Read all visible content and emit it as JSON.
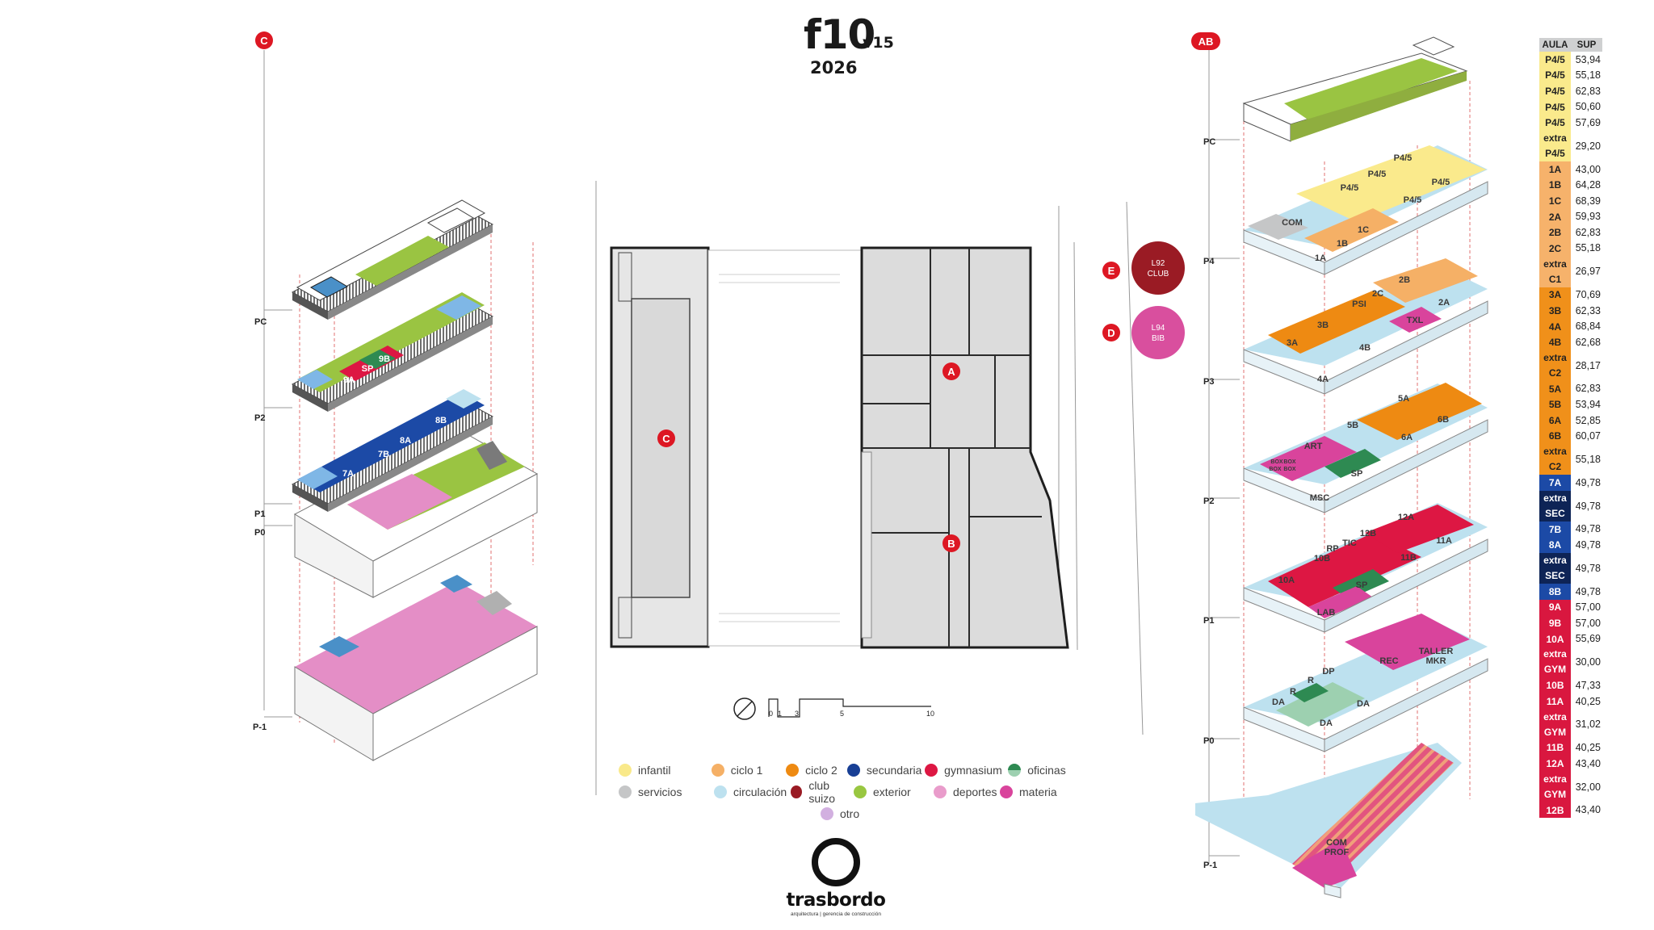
{
  "header": {
    "title": "f10",
    "version": "v15",
    "year": "2026"
  },
  "sections": {
    "left": "C",
    "right": "AB"
  },
  "left_levels": [
    "PC",
    "P2",
    "P1",
    "P0",
    "P-1"
  ],
  "right_levels": [
    "PC",
    "P4",
    "P3",
    "P2",
    "P1",
    "P0",
    "P-1"
  ],
  "left_rooms": [
    "9B",
    "SP",
    "9A",
    "8B",
    "8A",
    "7B",
    "7A"
  ],
  "plan": {
    "markers": [
      "C",
      "A",
      "B"
    ],
    "scale_ticks": [
      "0",
      "1",
      "3",
      "5",
      "10"
    ]
  },
  "clubs": [
    {
      "letter": "E",
      "code": "L92",
      "name": "CLUB",
      "color": "#9a1b24"
    },
    {
      "letter": "D",
      "code": "L94",
      "name": "BIB",
      "color": "#d94f9e"
    }
  ],
  "right_rooms": {
    "p4": [
      "P4/5",
      "P4/5",
      "P4/5",
      "P4/5",
      "P4/5",
      "COM",
      "1C",
      "1B",
      "1A"
    ],
    "p3": [
      "2B",
      "PSI",
      "2C",
      "2A",
      "TXL",
      "3B",
      "3A",
      "4B",
      "4A"
    ],
    "p2": [
      "5A",
      "6B",
      "5B",
      "6A",
      "ART",
      "BOX",
      "BOX",
      "BOX",
      "BOX",
      "SP",
      "MSC"
    ],
    "p1": [
      "12A",
      "12B",
      "RP",
      "TIC",
      "11A",
      "11B",
      "10B",
      "10A",
      "SP",
      "LAB"
    ],
    "p0": [
      "REC",
      "TALLER",
      "MKR",
      "DP",
      "R",
      "R",
      "DA",
      "DA",
      "DA"
    ],
    "pm1": [
      "COM",
      "PROF"
    ]
  },
  "legend": [
    {
      "label": "infantil",
      "color": "#f9e98a"
    },
    {
      "label": "ciclo 1",
      "color": "#f5b066"
    },
    {
      "label": "ciclo 2",
      "color": "#ee8a12"
    },
    {
      "label": "secundaria",
      "color": "#183f95"
    },
    {
      "label": "gymnasium",
      "color": "#dd1743"
    },
    {
      "label": "oficinas",
      "color": "#2e8a52"
    },
    {
      "label": "servicios",
      "color": "#c5c6c7"
    },
    {
      "label": "circulación",
      "color": "#bde1ef"
    },
    {
      "label": "club suizo",
      "color": "#9a1b24"
    },
    {
      "label": "exterior",
      "color": "#99c741"
    },
    {
      "label": "deportes",
      "color": "#e99ccb"
    },
    {
      "label": "materia",
      "color": "#d9449c"
    },
    {
      "label": "otro",
      "color": "#d2b0e0"
    }
  ],
  "brand": {
    "name": "trasbordo",
    "tagline": "arquitectura | gerencia de construcción"
  },
  "table": {
    "headers": [
      "AULA",
      "SUP"
    ],
    "rows": [
      {
        "aula": "P4/5",
        "sup": "53,94",
        "color": "#faea8c"
      },
      {
        "aula": "P4/5",
        "sup": "55,18",
        "color": "#faea8c"
      },
      {
        "aula": "P4/5",
        "sup": "62,83",
        "color": "#faea8c"
      },
      {
        "aula": "P4/5",
        "sup": "50,60",
        "color": "#faea8c"
      },
      {
        "aula": "P4/5",
        "sup": "57,69",
        "color": "#faea8c"
      },
      {
        "aula": "extra",
        "aula2": "P4/5",
        "sup": "29,20",
        "color": "#faea8c"
      },
      {
        "aula": "1A",
        "sup": "43,00",
        "color": "#f6b26b"
      },
      {
        "aula": "1B",
        "sup": "64,28",
        "color": "#f6b26b"
      },
      {
        "aula": "1C",
        "sup": "68,39",
        "color": "#f6b26b"
      },
      {
        "aula": "2A",
        "sup": "59,93",
        "color": "#f6b26b"
      },
      {
        "aula": "2B",
        "sup": "62,83",
        "color": "#f6b26b"
      },
      {
        "aula": "2C",
        "sup": "55,18",
        "color": "#f6b26b"
      },
      {
        "aula": "extra",
        "aula2": "C1",
        "sup": "26,97",
        "color": "#f6b26b"
      },
      {
        "aula": "3A",
        "sup": "70,69",
        "color": "#f0901a"
      },
      {
        "aula": "3B",
        "sup": "62,33",
        "color": "#f0901a"
      },
      {
        "aula": "4A",
        "sup": "68,84",
        "color": "#f0901a"
      },
      {
        "aula": "4B",
        "sup": "62,68",
        "color": "#f0901a"
      },
      {
        "aula": "extra",
        "aula2": "C2",
        "sup": "28,17",
        "color": "#f0901a"
      },
      {
        "aula": "5A",
        "sup": "62,83",
        "color": "#f0901a"
      },
      {
        "aula": "5B",
        "sup": "53,94",
        "color": "#f0901a"
      },
      {
        "aula": "6A",
        "sup": "52,85",
        "color": "#f0901a"
      },
      {
        "aula": "6B",
        "sup": "60,07",
        "color": "#f0901a"
      },
      {
        "aula": "extra",
        "aula2": "C2",
        "sup": "55,18",
        "color": "#f0901a"
      },
      {
        "aula": "7A",
        "sup": "49,78",
        "color": "#1c4aa6"
      },
      {
        "aula": "extra",
        "aula2": "SEC",
        "sup": "49,78",
        "color": "#0e2456"
      },
      {
        "aula": "7B",
        "sup": "49,78",
        "color": "#1c4aa6"
      },
      {
        "aula": "8A",
        "sup": "49,78",
        "color": "#1c4aa6"
      },
      {
        "aula": "extra",
        "aula2": "SEC",
        "sup": "49,78",
        "color": "#0e2456"
      },
      {
        "aula": "8B",
        "sup": "49,78",
        "color": "#1c4aa6"
      },
      {
        "aula": "9A",
        "sup": "57,00",
        "color": "#d9173f"
      },
      {
        "aula": "9B",
        "sup": "57,00",
        "color": "#d9173f"
      },
      {
        "aula": "10A",
        "sup": "55,69",
        "color": "#d9173f"
      },
      {
        "aula": "extra",
        "aula2": "GYM",
        "sup": "30,00",
        "color": "#d9173f"
      },
      {
        "aula": "10B",
        "sup": "47,33",
        "color": "#d9173f"
      },
      {
        "aula": "11A",
        "sup": "40,25",
        "color": "#d9173f"
      },
      {
        "aula": "extra",
        "aula2": "GYM",
        "sup": "31,02",
        "color": "#d9173f"
      },
      {
        "aula": "11B",
        "sup": "40,25",
        "color": "#d9173f"
      },
      {
        "aula": "12A",
        "sup": "43,40",
        "color": "#d9173f"
      },
      {
        "aula": "extra",
        "aula2": "GYM",
        "sup": "32,00",
        "color": "#d9173f"
      },
      {
        "aula": "12B",
        "sup": "43,40",
        "color": "#d9173f"
      }
    ]
  }
}
